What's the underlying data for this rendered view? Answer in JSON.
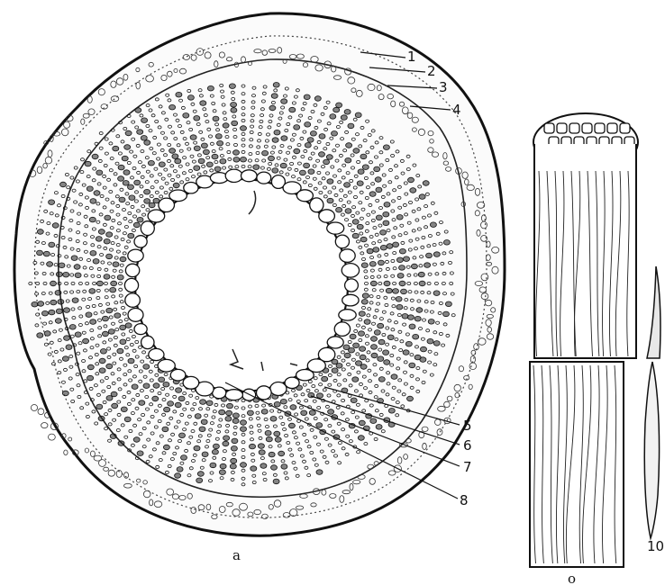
{
  "figure": {
    "leaders": [
      "1",
      "2",
      "3",
      "4",
      "5",
      "6",
      "7",
      "8"
    ],
    "extra_label": "10",
    "panel_a": "a",
    "panel_b": "o"
  }
}
